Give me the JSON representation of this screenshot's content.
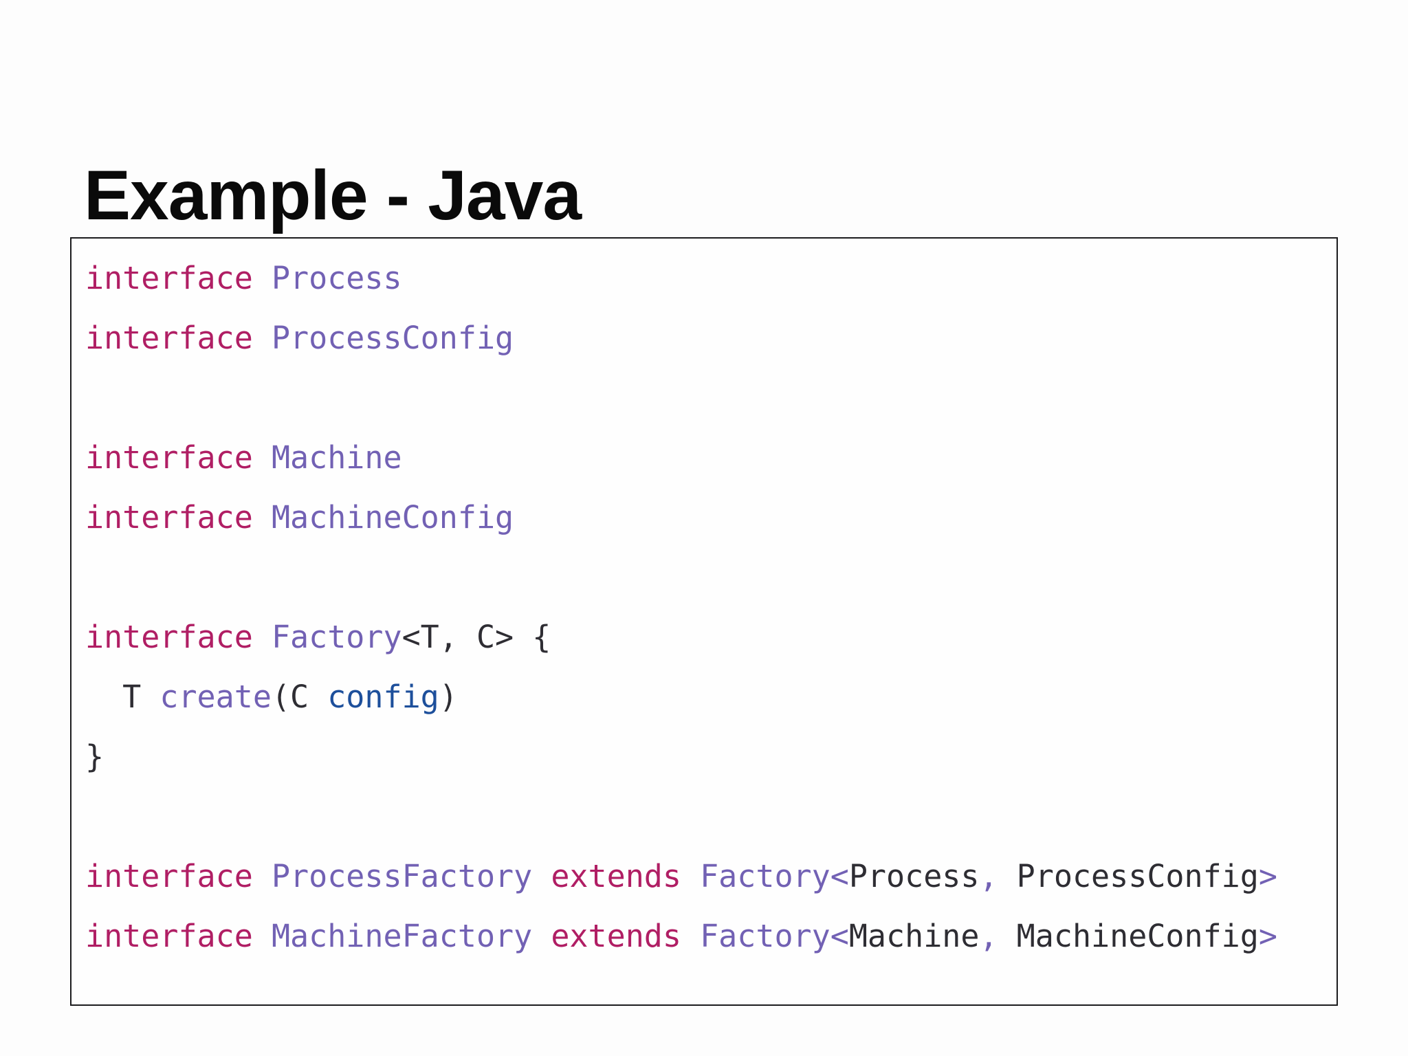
{
  "slide": {
    "title": "Example - Java",
    "colors": {
      "keyword": "#b01e64",
      "type": "#7261b4",
      "param": "#1d4f9b",
      "plain": "#2e2d33",
      "border": "#1c1c1e",
      "title_text": "#0a0a0a",
      "background": "#fdfdfd"
    },
    "code": {
      "language": "java",
      "lines": [
        {
          "tokens": [
            {
              "t": "interface",
              "c": "keyword"
            },
            {
              "t": " ",
              "c": "plain"
            },
            {
              "t": "Process",
              "c": "type"
            }
          ]
        },
        {
          "tokens": [
            {
              "t": "interface",
              "c": "keyword"
            },
            {
              "t": " ",
              "c": "plain"
            },
            {
              "t": "ProcessConfig",
              "c": "type"
            }
          ]
        },
        {
          "tokens": []
        },
        {
          "tokens": [
            {
              "t": "interface",
              "c": "keyword"
            },
            {
              "t": " ",
              "c": "plain"
            },
            {
              "t": "Machine",
              "c": "type"
            }
          ]
        },
        {
          "tokens": [
            {
              "t": "interface",
              "c": "keyword"
            },
            {
              "t": " ",
              "c": "plain"
            },
            {
              "t": "MachineConfig",
              "c": "type"
            }
          ]
        },
        {
          "tokens": []
        },
        {
          "tokens": [
            {
              "t": "interface",
              "c": "keyword"
            },
            {
              "t": " ",
              "c": "plain"
            },
            {
              "t": "Factory",
              "c": "type"
            },
            {
              "t": "<T, C> {",
              "c": "plain"
            }
          ]
        },
        {
          "tokens": [
            {
              "t": "  T ",
              "c": "plain"
            },
            {
              "t": "create",
              "c": "type"
            },
            {
              "t": "(C ",
              "c": "plain"
            },
            {
              "t": "config",
              "c": "param"
            },
            {
              "t": ")",
              "c": "plain"
            }
          ]
        },
        {
          "tokens": [
            {
              "t": "}",
              "c": "plain"
            }
          ]
        },
        {
          "tokens": []
        },
        {
          "tokens": [
            {
              "t": "interface",
              "c": "keyword"
            },
            {
              "t": " ",
              "c": "plain"
            },
            {
              "t": "ProcessFactory",
              "c": "type"
            },
            {
              "t": " ",
              "c": "plain"
            },
            {
              "t": "extends",
              "c": "keyword"
            },
            {
              "t": " ",
              "c": "plain"
            },
            {
              "t": "Factory",
              "c": "type"
            },
            {
              "t": "<",
              "c": "type"
            },
            {
              "t": "Process",
              "c": "plain"
            },
            {
              "t": ", ",
              "c": "type"
            },
            {
              "t": "ProcessConfig",
              "c": "plain"
            },
            {
              "t": ">",
              "c": "type"
            }
          ]
        },
        {
          "tokens": [
            {
              "t": "interface",
              "c": "keyword"
            },
            {
              "t": " ",
              "c": "plain"
            },
            {
              "t": "MachineFactory",
              "c": "type"
            },
            {
              "t": " ",
              "c": "plain"
            },
            {
              "t": "extends",
              "c": "keyword"
            },
            {
              "t": " ",
              "c": "plain"
            },
            {
              "t": "Factory",
              "c": "type"
            },
            {
              "t": "<",
              "c": "type"
            },
            {
              "t": "Machine",
              "c": "plain"
            },
            {
              "t": ", ",
              "c": "type"
            },
            {
              "t": "MachineConfig",
              "c": "plain"
            },
            {
              "t": ">",
              "c": "type"
            }
          ]
        }
      ]
    }
  }
}
